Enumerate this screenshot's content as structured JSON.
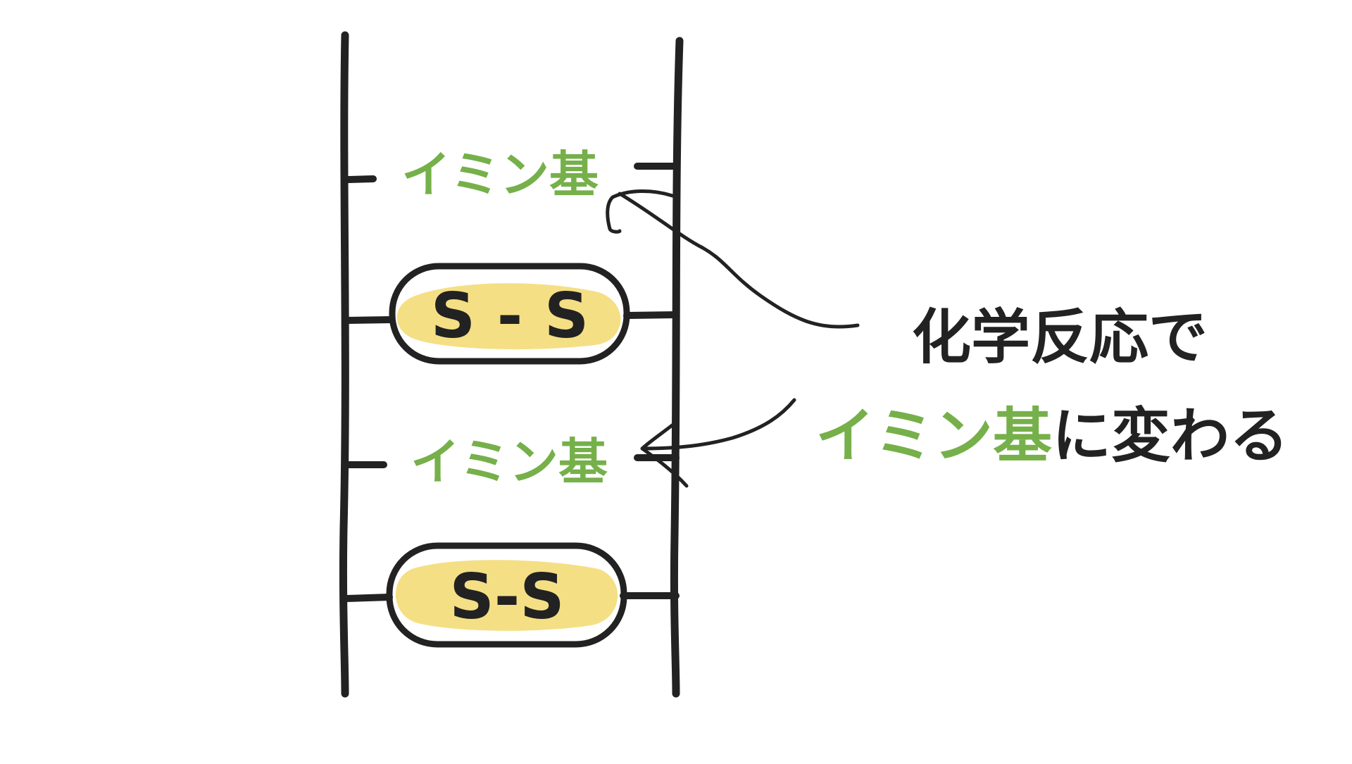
{
  "labels": {
    "imine_upper": "イミン基",
    "imine_lower": "イミン基",
    "bond_upper": "S - S",
    "bond_lower": "S-S",
    "annotation_line1": "化学反応で",
    "annotation_line2_green": "イミン基",
    "annotation_line2_black": "に変わる"
  },
  "colors": {
    "ink": "#222222",
    "green": "#76b04a",
    "yellow": "#f5df85",
    "background": "#ffffff"
  }
}
